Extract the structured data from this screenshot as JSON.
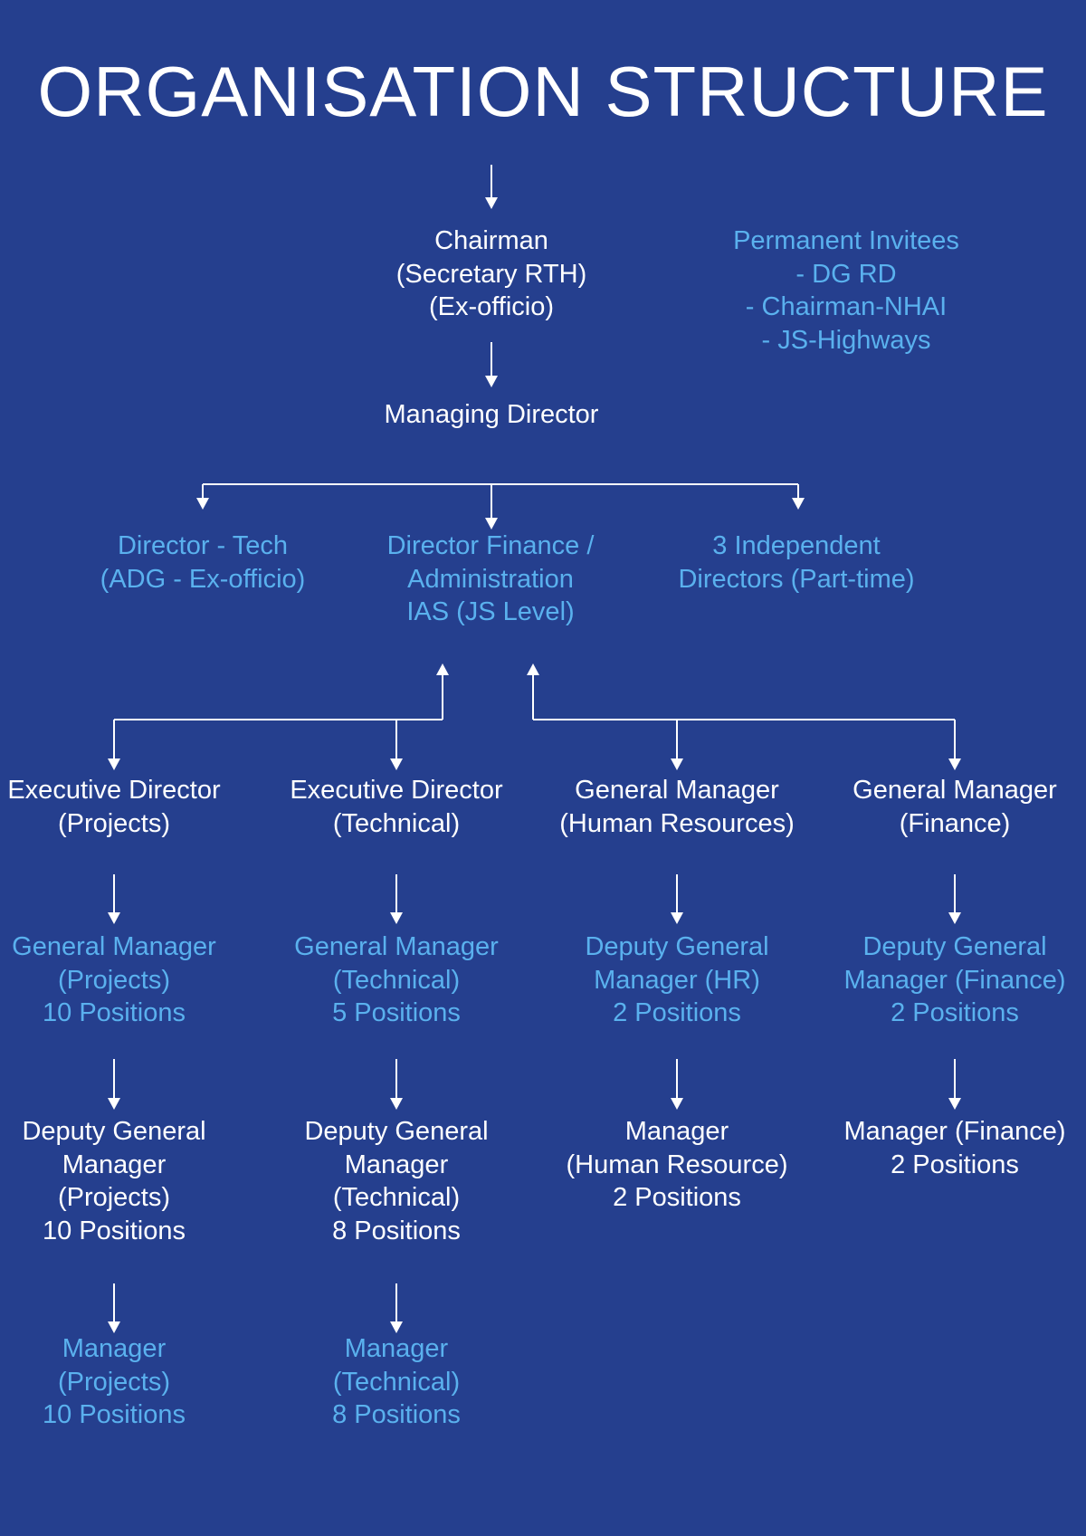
{
  "colors": {
    "background": "#253F8E",
    "white_text": "#FFFFFF",
    "blue_text": "#5AB1EE",
    "line": "#FFFFFF"
  },
  "title": "ORGANISATION STRUCTURE",
  "nodes": {
    "chairman": {
      "lines": [
        "Chairman",
        "(Secretary RTH)",
        "(Ex-officio)"
      ],
      "color": "white"
    },
    "permanent_invitees": {
      "lines": [
        "Permanent Invitees",
        "- DG RD",
        "- Chairman-NHAI",
        "- JS-Highways"
      ],
      "color": "blue"
    },
    "managing_director": {
      "lines": [
        "Managing Director"
      ],
      "color": "white"
    },
    "director_tech": {
      "lines": [
        "Director - Tech",
        "(ADG - Ex-officio)"
      ],
      "color": "blue"
    },
    "director_finance": {
      "lines": [
        "Director Finance /",
        "Administration",
        "IAS (JS Level)"
      ],
      "color": "blue"
    },
    "independent_directors": {
      "lines": [
        "3 Independent",
        "Directors (Part-time)"
      ],
      "color": "blue"
    },
    "ed_projects": {
      "lines": [
        "Executive Director",
        "(Projects)"
      ],
      "color": "white"
    },
    "ed_technical": {
      "lines": [
        "Executive Director",
        "(Technical)"
      ],
      "color": "white"
    },
    "gm_hr": {
      "lines": [
        "General Manager",
        "(Human Resources)"
      ],
      "color": "white"
    },
    "gm_finance": {
      "lines": [
        "General Manager",
        "(Finance)"
      ],
      "color": "white"
    },
    "gm_projects": {
      "lines": [
        "General Manager",
        "(Projects)",
        "10 Positions"
      ],
      "color": "blue"
    },
    "gm_technical": {
      "lines": [
        "General Manager",
        "(Technical)",
        "5 Positions"
      ],
      "color": "blue"
    },
    "dgm_hr": {
      "lines": [
        "Deputy General",
        "Manager (HR)",
        "2 Positions"
      ],
      "color": "blue"
    },
    "dgm_finance": {
      "lines": [
        "Deputy General",
        "Manager (Finance)",
        "2 Positions"
      ],
      "color": "blue"
    },
    "dgm_projects": {
      "lines": [
        "Deputy General",
        "Manager",
        "(Projects)",
        "10 Positions"
      ],
      "color": "white"
    },
    "dgm_technical": {
      "lines": [
        "Deputy General",
        "Manager",
        "(Technical)",
        "8 Positions"
      ],
      "color": "white"
    },
    "manager_hr": {
      "lines": [
        "Manager",
        "(Human Resource)",
        "2 Positions"
      ],
      "color": "white"
    },
    "manager_finance": {
      "lines": [
        "Manager (Finance)",
        "2 Positions"
      ],
      "color": "white"
    },
    "manager_projects": {
      "lines": [
        "Manager",
        "(Projects)",
        "10 Positions"
      ],
      "color": "blue"
    },
    "manager_technical": {
      "lines": [
        "Manager",
        "(Technical)",
        "8 Positions"
      ],
      "color": "blue"
    }
  }
}
